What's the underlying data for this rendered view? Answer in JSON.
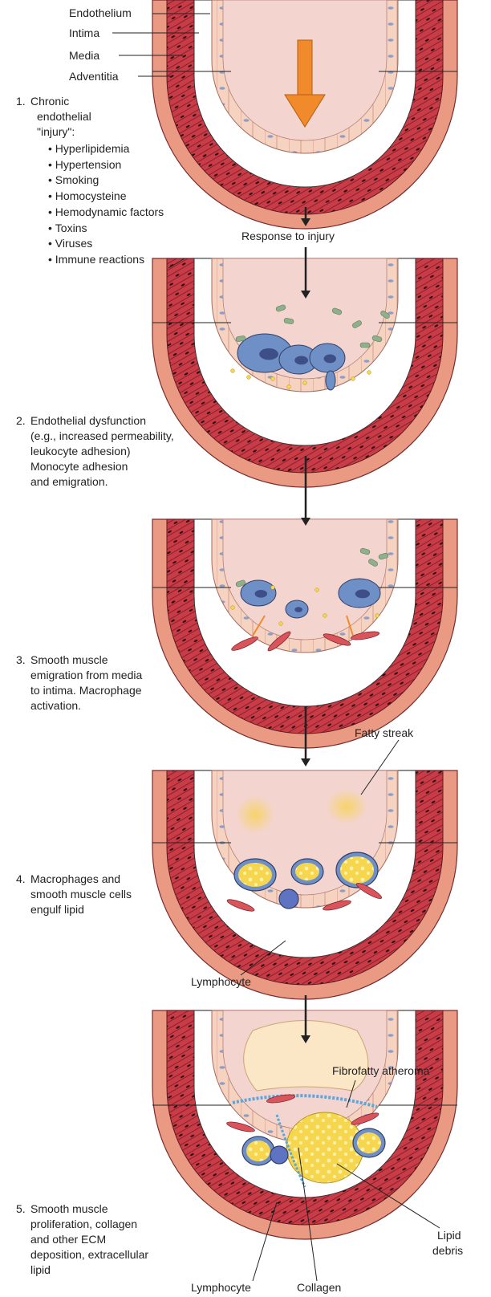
{
  "layer_labels": {
    "endothelium": "Endothelium",
    "intima": "Intima",
    "media": "Media",
    "adventitia": "Adventitia"
  },
  "steps": [
    {
      "number": "1.",
      "lines": [
        "Chronic",
        "endothelial",
        "\"injury\":"
      ],
      "causes": [
        "Hyperlipidemia",
        "Hypertension",
        "Smoking",
        "Homocysteine",
        "Hemodynamic factors",
        "Toxins",
        "Viruses",
        "Immune reactions"
      ]
    },
    {
      "number": "2.",
      "lines": [
        "Endothelial dysfunction",
        "(e.g., increased permeability,",
        "leukocyte adhesion)",
        "Monocyte adhesion",
        "and emigration."
      ]
    },
    {
      "number": "3.",
      "lines": [
        "Smooth muscle",
        "emigration from media",
        "to intima.  Macrophage",
        "activation."
      ]
    },
    {
      "number": "4.",
      "lines": [
        "Macrophages and",
        "smooth muscle cells",
        "engulf lipid"
      ]
    },
    {
      "number": "5.",
      "lines": [
        "Smooth muscle",
        "proliferation, collagen",
        "and other ECM",
        "deposition, extracellular",
        "lipid"
      ]
    }
  ],
  "arrows": {
    "response_to_injury": "Response to injury"
  },
  "annotations": {
    "fatty_streak": "Fatty streak",
    "lymphocyte_4": "Lymphocyte",
    "fibrofatty_atheroma": "Fibrofatty atheroma",
    "lipid_debris_1": "Lipid",
    "lipid_debris_2": "debris",
    "lymphocyte_5": "Lymphocyte",
    "collagen": "Collagen"
  },
  "colors": {
    "adventitia": "#ea9a83",
    "media": "#c83c47",
    "lumen": "#f3d4cf",
    "intima": "#ffffff",
    "endothelium": "#f6d2c1",
    "macrophage": "#6f8fc7",
    "lipid": "#f6d64e",
    "platelet": "#8fb08a",
    "injury_arrow": "#f08a2a",
    "atheroma": "#fbe6c5",
    "collagen": "#5aa6de"
  }
}
